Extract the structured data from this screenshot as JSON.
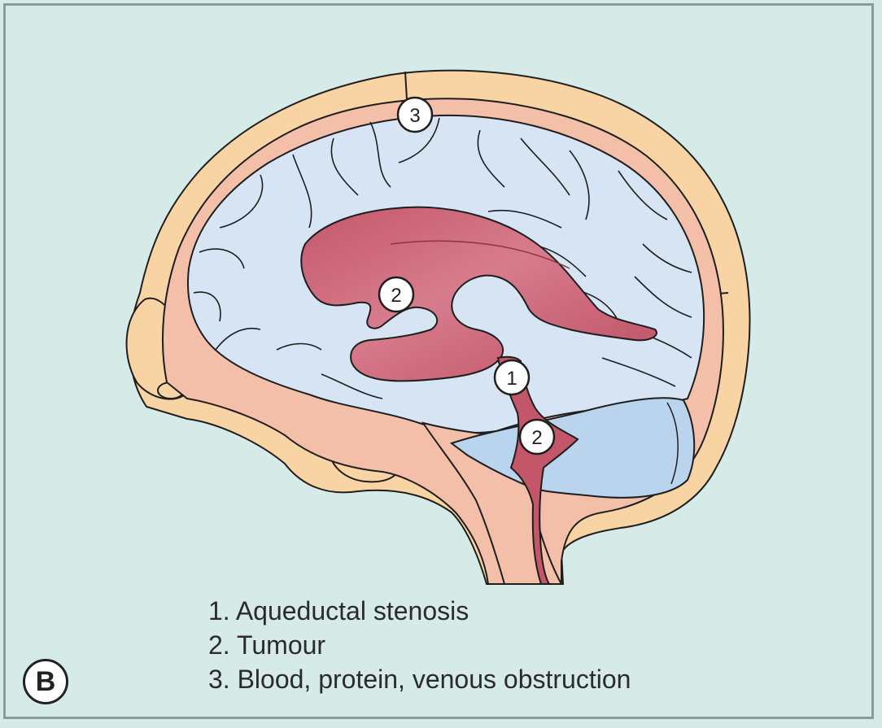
{
  "panel_label": "B",
  "markers": [
    {
      "id": "aqueduct",
      "text": "1"
    },
    {
      "id": "tumour-ventricle",
      "text": "2"
    },
    {
      "id": "tumour-fourth",
      "text": "2"
    },
    {
      "id": "sinus",
      "text": "3"
    }
  ],
  "legend": [
    "1. Aqueductal stenosis",
    "2. Tumour",
    "3. Blood, protein, venous obstruction"
  ],
  "colors": {
    "background": "#d6ebe8",
    "skull": "#f8d3a4",
    "dura": "#f4bfa8",
    "brain": "#d6e4f3",
    "cerebellum": "#b9d4ec",
    "ventricle": "#c4566a",
    "outline": "#1e1e1e"
  }
}
